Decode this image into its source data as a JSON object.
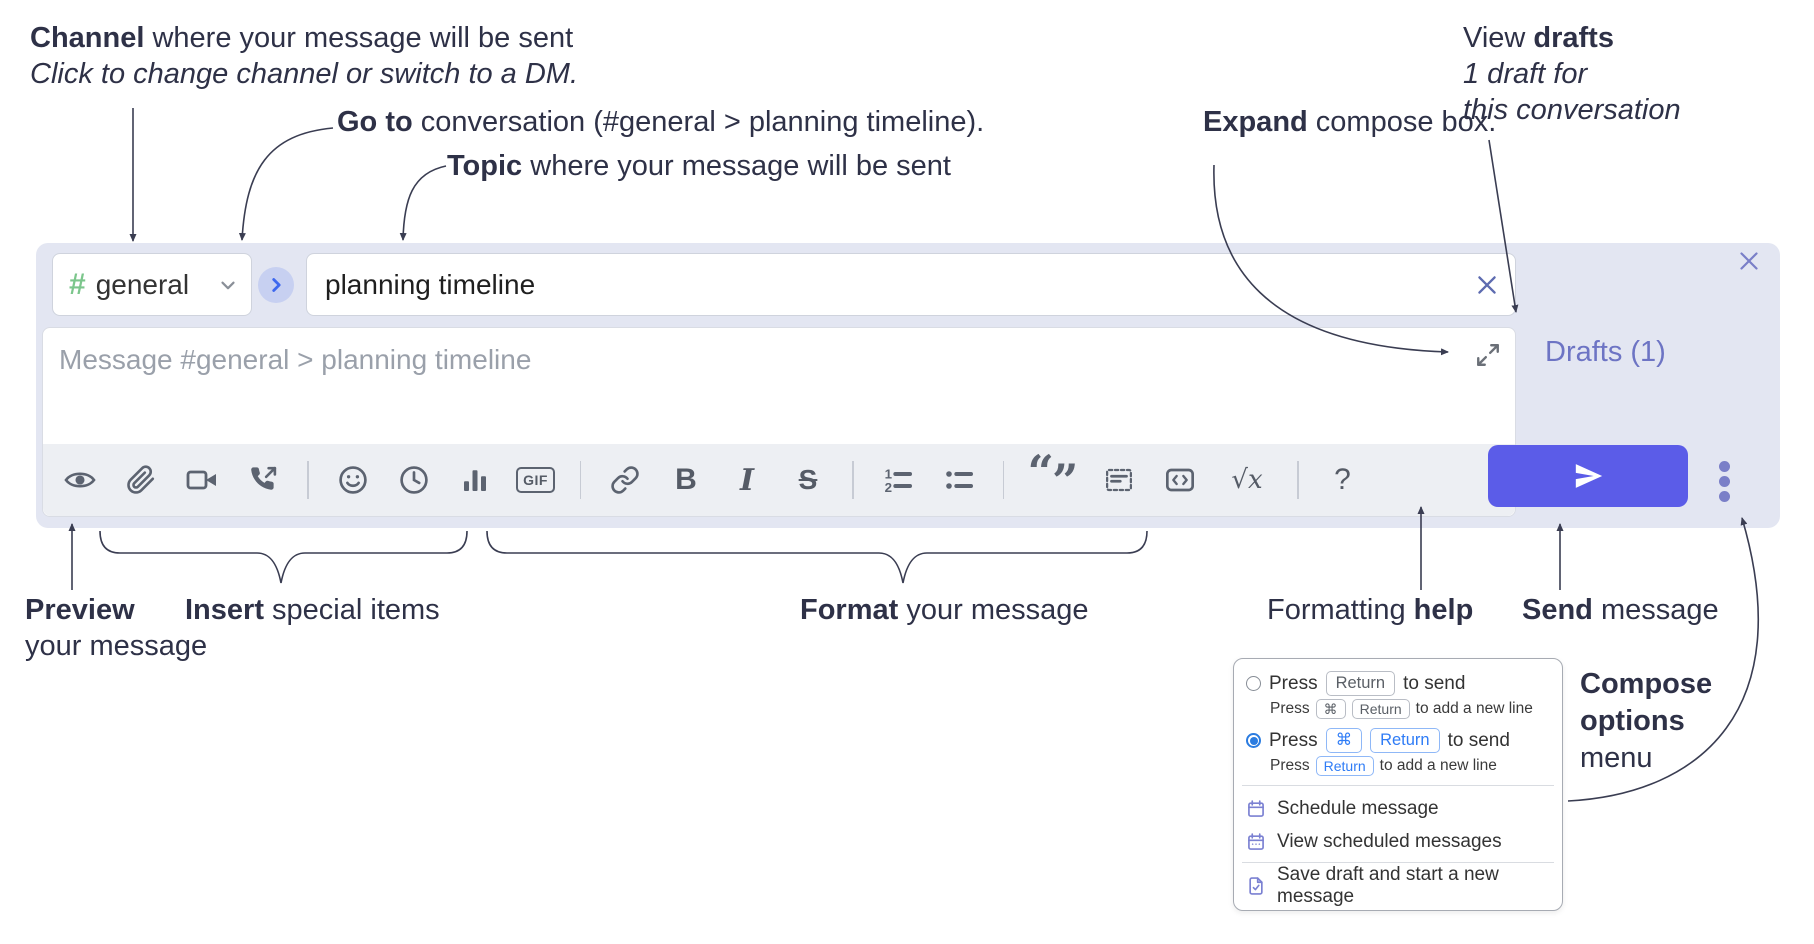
{
  "annotations": {
    "channel": {
      "bold": "Channel",
      "rest": " where your message will be sent",
      "sub": "Click to change channel or switch to a DM."
    },
    "goto": {
      "bold": "Go to",
      "rest": " conversation (#general > planning timeline)."
    },
    "topic": {
      "bold": "Topic",
      "rest": " where your message will be sent"
    },
    "expand": {
      "bold": "Expand",
      "rest": " compose box."
    },
    "drafts": {
      "prefix": "View ",
      "bold": "drafts",
      "line2": "1 draft for",
      "line3": "this conversation"
    },
    "preview": {
      "bold": "Preview",
      "line2": "your message"
    },
    "insert": {
      "bold": "Insert",
      "rest": " special items"
    },
    "format": {
      "bold": "Format",
      "rest": " your message"
    },
    "help": {
      "prefix": "Formatting ",
      "bold": "help"
    },
    "send": {
      "bold": "Send",
      "rest": " message"
    },
    "compose_options": {
      "bold1": "Compose",
      "bold2": "options",
      "line3": "menu"
    }
  },
  "compose": {
    "channel_name": "general",
    "topic_value": "planning timeline",
    "message_placeholder": "Message #general > planning timeline",
    "drafts_label": "Drafts (1)"
  },
  "icons": {
    "hash": "#",
    "gif": "GIF",
    "bold": "B",
    "italic": "I",
    "strike": "S",
    "math": "√x",
    "help": "?",
    "quote_open": "“",
    "quote_close": "”",
    "ol_1": "1",
    "ol_2": "2"
  },
  "menu": {
    "send_options": [
      {
        "main_prefix": "Press",
        "main_key1": "Return",
        "main_suffix": "to send",
        "sub_prefix": "Press",
        "sub_key1": "⌘",
        "sub_key2": "Return",
        "sub_suffix": "to add a new line"
      },
      {
        "main_prefix": "Press",
        "main_key1": "⌘",
        "main_key2": "Return",
        "main_suffix": "to send",
        "sub_prefix": "Press",
        "sub_key1": "Return",
        "sub_suffix": "to add a new line"
      }
    ],
    "items": [
      {
        "label": "Schedule message"
      },
      {
        "label": "View scheduled messages"
      },
      {
        "label": "Save draft and start a new message"
      }
    ]
  },
  "colors": {
    "annotation_ink": "#2e3147",
    "connector": "#3a3d52",
    "container_bg": "#e3e6f2",
    "toolbar_bg": "#edeff3",
    "icon_gray": "#5c6370",
    "hash_green": "#7cc68c",
    "goto_circle_bg": "#c7d0f1",
    "goto_chevron": "#3e68ee",
    "send_button": "#5b5ce8",
    "drafts_link": "#6d74c4",
    "close_purple": "#7a7fc8",
    "chip_blue": "#2f7cf6",
    "radio_blue": "#2b7ce0",
    "menu_icon_purple": "#7b81d2"
  }
}
